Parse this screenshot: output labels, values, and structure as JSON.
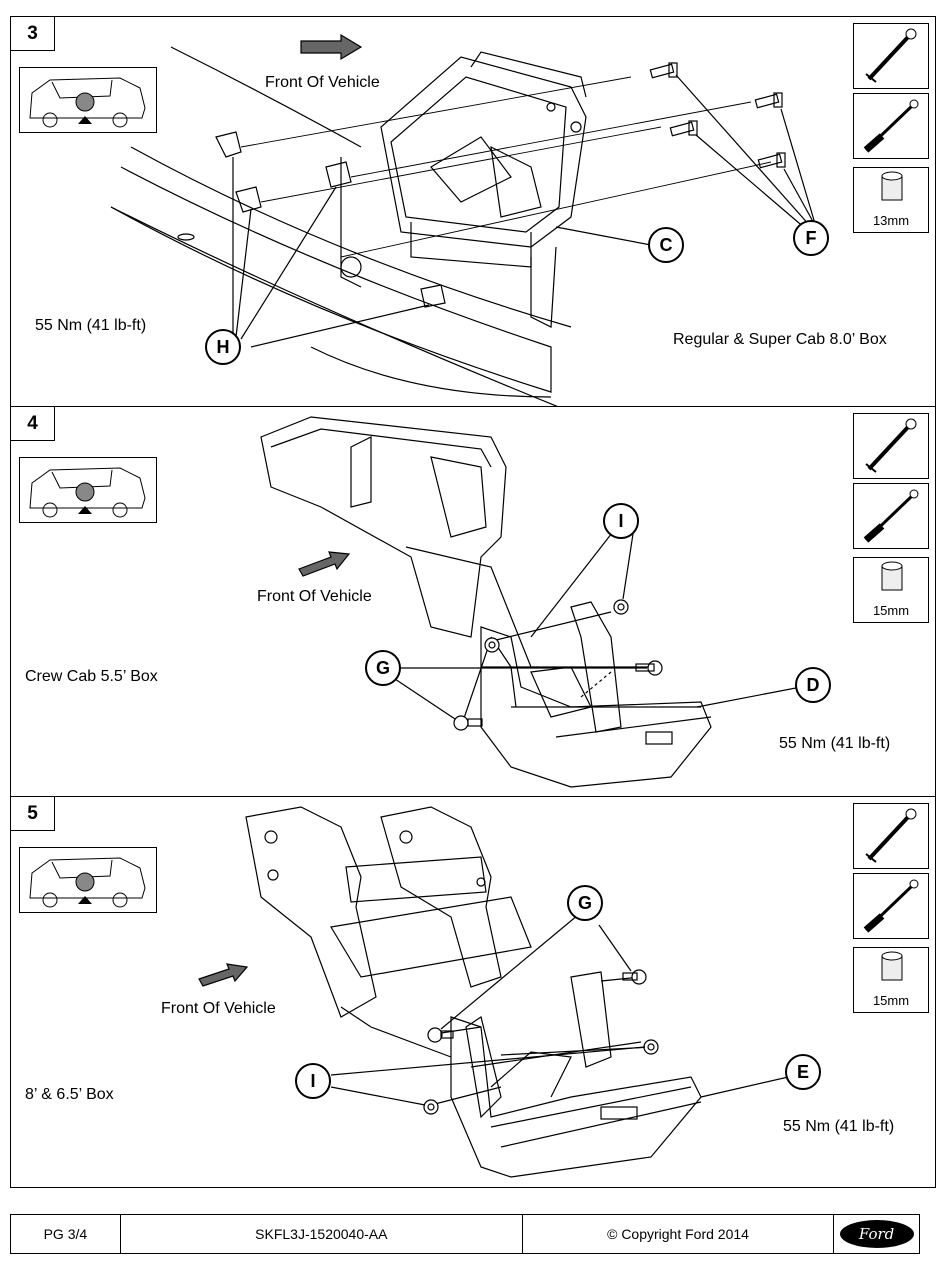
{
  "steps": [
    {
      "number": "3",
      "front_label": "Front Of Vehicle",
      "torque": "55 Nm (41 lb-ft)",
      "note": "Regular & Super Cab 8.0’ Box",
      "callouts": [
        "C",
        "F",
        "H"
      ],
      "socket": "13mm"
    },
    {
      "number": "4",
      "front_label": "Front Of Vehicle",
      "torque": "55 Nm (41 lb-ft)",
      "note": "Crew Cab 5.5’ Box",
      "callouts": [
        "I",
        "G",
        "D"
      ],
      "socket": "15mm"
    },
    {
      "number": "5",
      "front_label": "Front Of Vehicle",
      "torque": "55 Nm (41 lb-ft)",
      "note": "8’ & 6.5’ Box",
      "callouts": [
        "G",
        "I",
        "E"
      ],
      "socket": "15mm"
    }
  ],
  "footer": {
    "page": "PG 3/4",
    "part_number": "SKFL3J-1520040-AA",
    "copyright": "© Copyright Ford 2014",
    "logo_text": "Ford"
  },
  "icons": [
    "truck-location-icon",
    "ratchet-icon",
    "torque-wrench-icon",
    "socket-icon",
    "front-arrow-icon"
  ]
}
